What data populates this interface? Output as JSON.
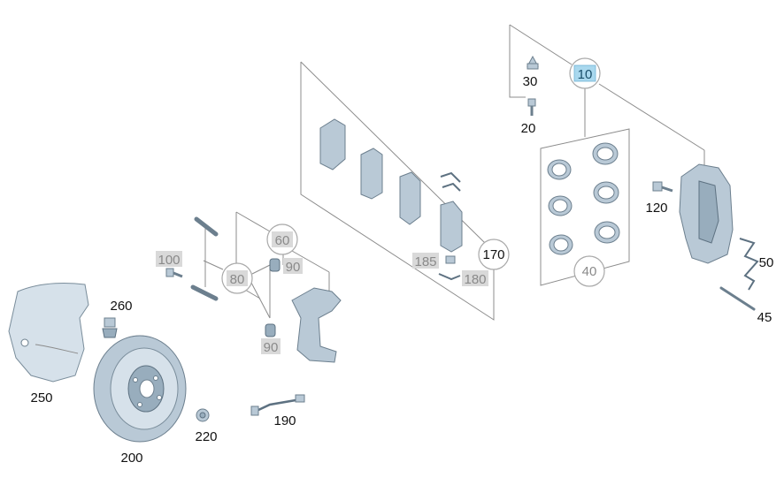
{
  "callouts": {
    "p10": "10",
    "p20": "20",
    "p30": "30",
    "p40": "40",
    "p45": "45",
    "p50": "50",
    "p60": "60",
    "p80": "80",
    "p90a": "90",
    "p90b": "90",
    "p100": "100",
    "p120": "120",
    "p170": "170",
    "p180": "180",
    "p185": "185",
    "p190": "190",
    "p200": "200",
    "p220": "220",
    "p250": "250",
    "p260": "260"
  },
  "colors": {
    "highlight": "#a9d8ee",
    "gray_tag": "#d9d9d9",
    "part_fill": "#b9c9d6"
  }
}
